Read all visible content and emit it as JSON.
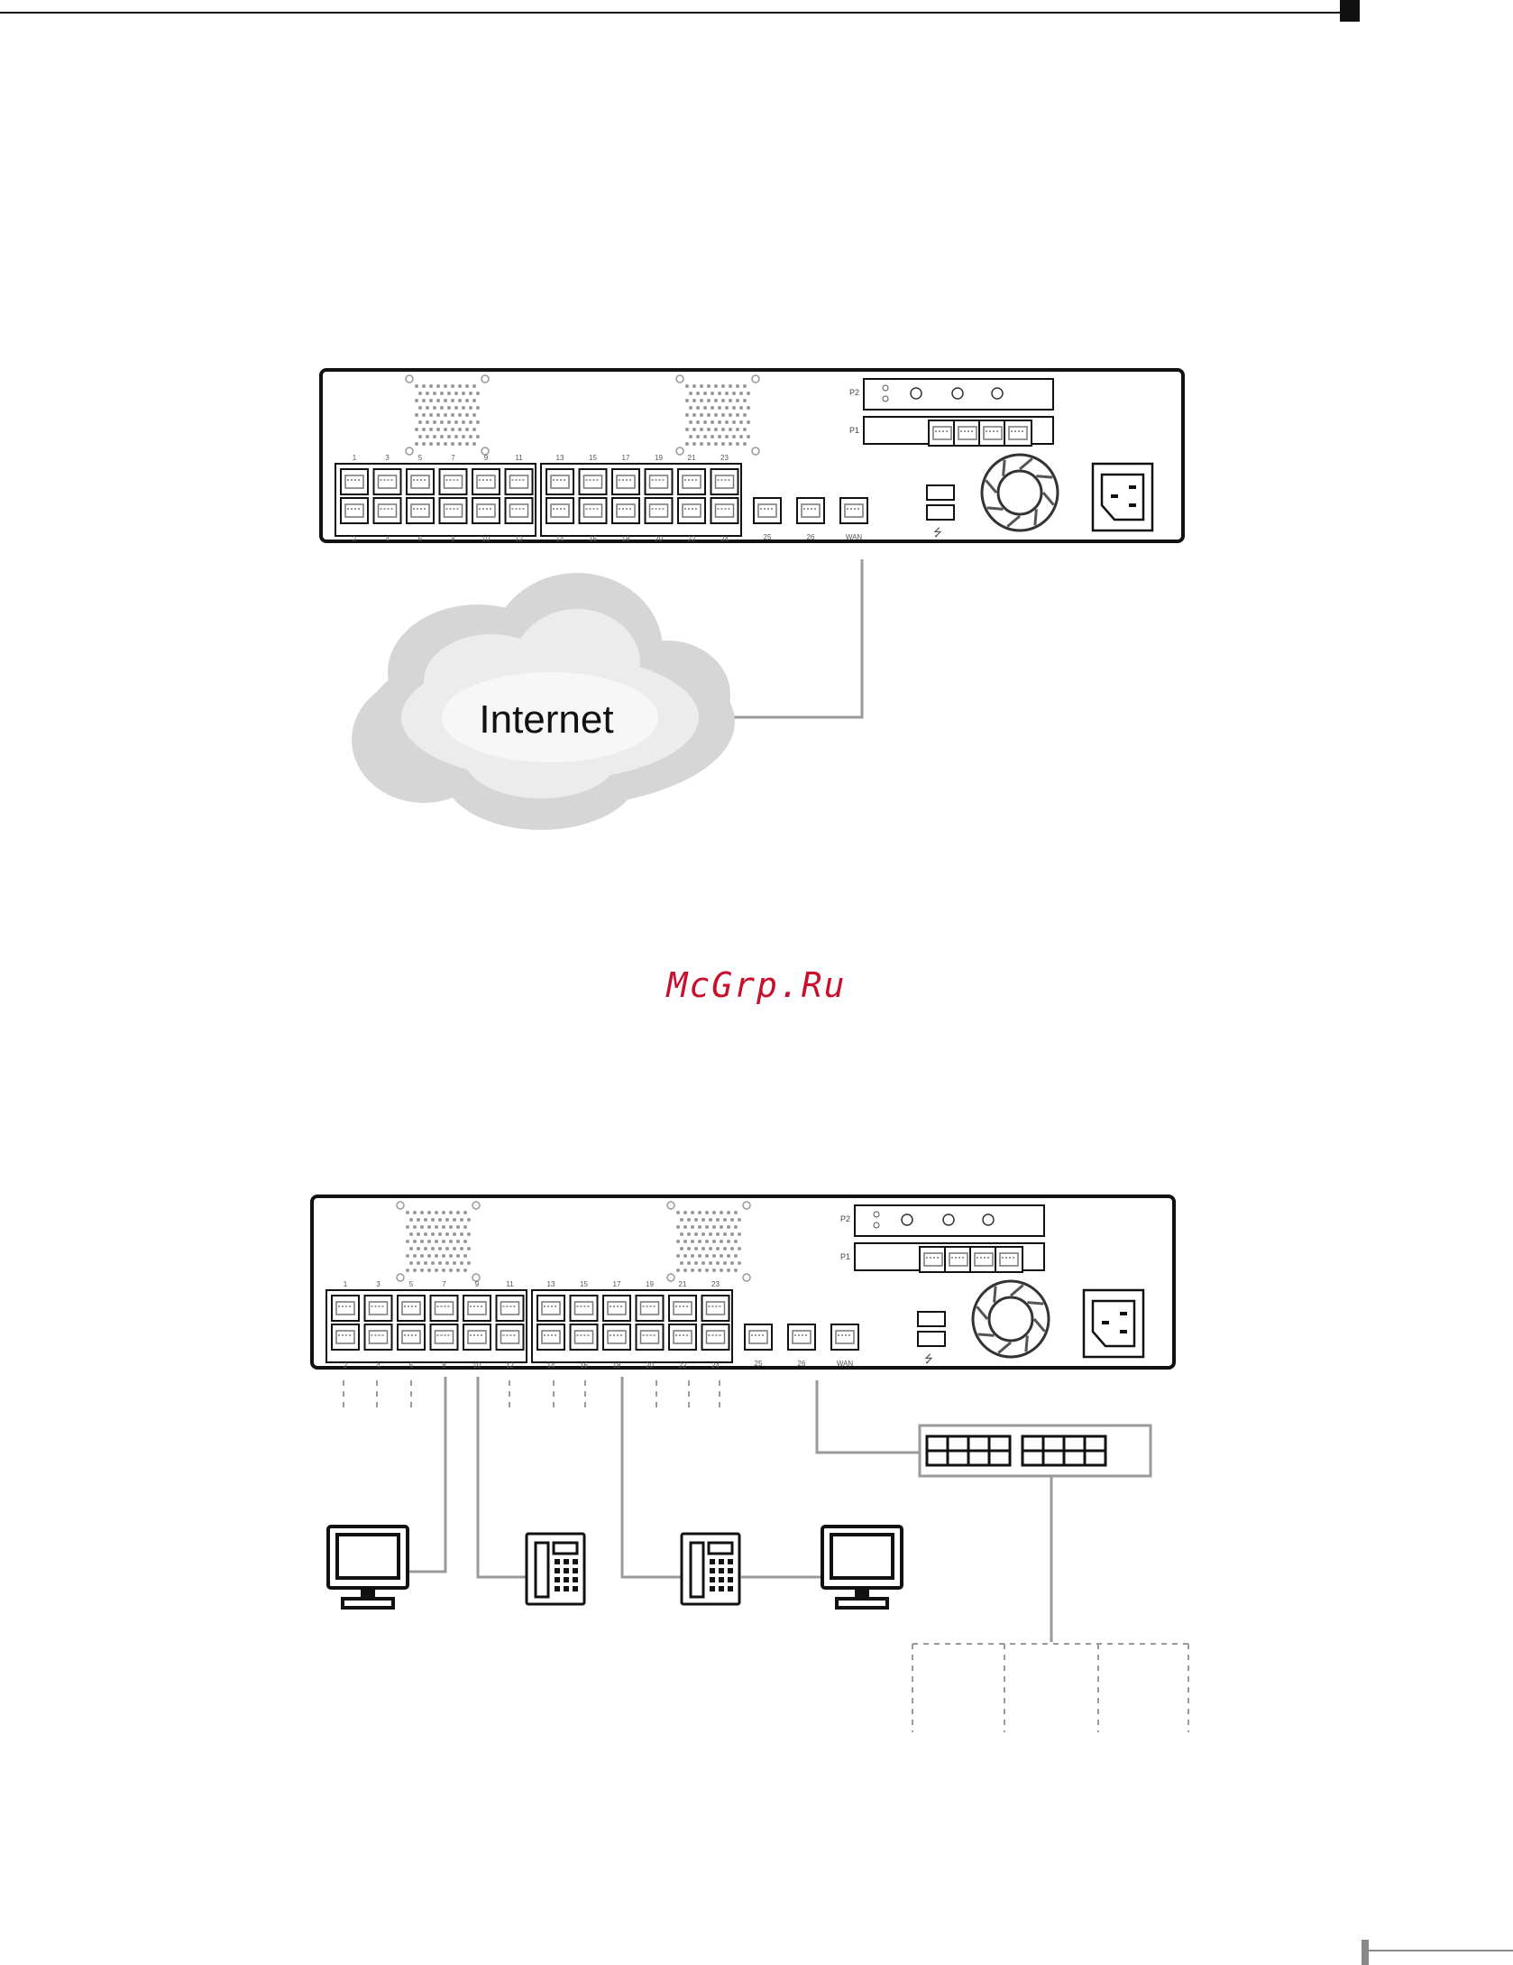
{
  "watermark": {
    "text": "McGrp.Ru",
    "color": "#c8102e"
  },
  "colors": {
    "line": "#9a9a9a",
    "device": "#111111",
    "cloud": "#d7d7d7"
  },
  "device": {
    "card_labels": [
      "P2",
      "P1"
    ],
    "port_top_labels": [
      "1",
      "3",
      "5",
      "7",
      "9",
      "11",
      "13",
      "15",
      "17",
      "19",
      "21",
      "23"
    ],
    "port_bottom_labels": [
      "2",
      "4",
      "6",
      "8",
      "10",
      "12",
      "14",
      "16",
      "18",
      "20",
      "22",
      "24"
    ],
    "extra_port_labels": [
      "25",
      "26",
      "WAN"
    ]
  },
  "diagram1": {
    "cloud_label": "Internet"
  },
  "diagram2": {
    "endpoints": [
      "computer-icon",
      "phone-icon",
      "phone-icon",
      "computer-icon"
    ],
    "switch": "switch-icon"
  }
}
